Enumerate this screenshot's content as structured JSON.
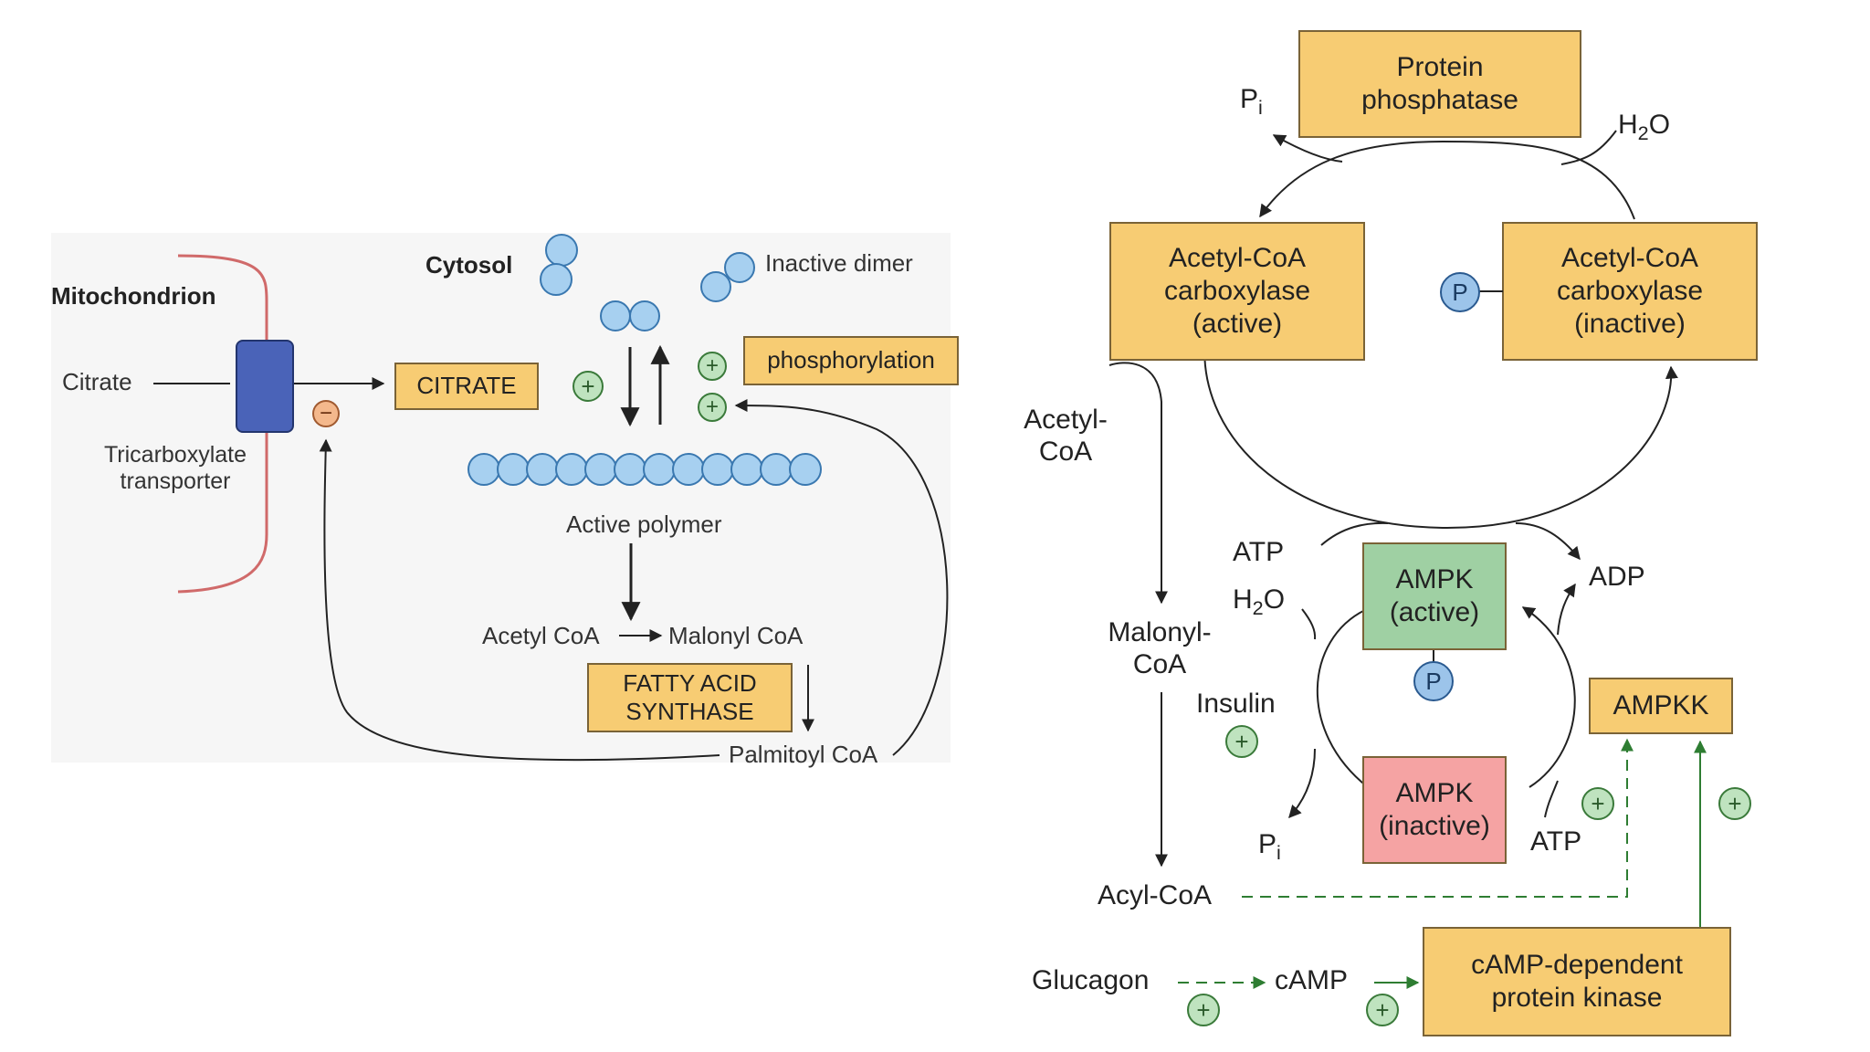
{
  "left": {
    "mitochondrion": "Mitochondrion",
    "cytosol": "Cytosol",
    "citrate": "Citrate",
    "transporter_line1": "Tricarboxylate",
    "transporter_line2": "transporter",
    "citrate_box": "CITRATE",
    "phosphorylation": "phosphorylation",
    "inactive_dimer": "Inactive dimer",
    "active_polymer": "Active polymer",
    "acetyl_coa": "Acetyl CoA",
    "malonyl_coa": "Malonyl CoA",
    "fas_line1": "FATTY ACID",
    "fas_line2": "SYNTHASE",
    "palmitoyl_coa": "Palmitoyl CoA",
    "plus": "+",
    "minus": "−"
  },
  "right": {
    "protein_phosphatase_line1": "Protein",
    "protein_phosphatase_line2": "phosphatase",
    "pi_base": "P",
    "pi_sub": "i",
    "h2o_pre": "H",
    "h2o_sub": "2",
    "h2o_post": "O",
    "acc_active_line1": "Acetyl-CoA",
    "acc_active_line2": "carboxylase",
    "acc_active_line3": "(active)",
    "acc_inactive_line1": "Acetyl-CoA",
    "acc_inactive_line2": "carboxylase",
    "acc_inactive_line3": "(inactive)",
    "p": "P",
    "acetyl_coa_line1": "Acetyl-",
    "acetyl_coa_line2": "CoA",
    "atp": "ATP",
    "adp": "ADP",
    "ampk_active_line1": "AMPK",
    "ampk_active_line2": "(active)",
    "ampk_inactive_line1": "AMPK",
    "ampk_inactive_line2": "(inactive)",
    "malonyl_coa_line1": "Malonyl-",
    "malonyl_coa_line2": "CoA",
    "insulin": "Insulin",
    "ampkk": "AMPKK",
    "acyl_coa": "Acyl-CoA",
    "glucagon": "Glucagon",
    "camp": "cAMP",
    "pka_line1": "cAMP-dependent",
    "pka_line2": "protein kinase"
  },
  "colors": {
    "box_fill": "#f7cc73",
    "ampk_active_fill": "#9fd0a3",
    "ampk_inactive_fill": "#f5a3a3",
    "transporter": "#4a63b8",
    "membrane": "#d06a6a",
    "activation_arrow": "#2e7d32",
    "bead": "#a7d0f0"
  }
}
